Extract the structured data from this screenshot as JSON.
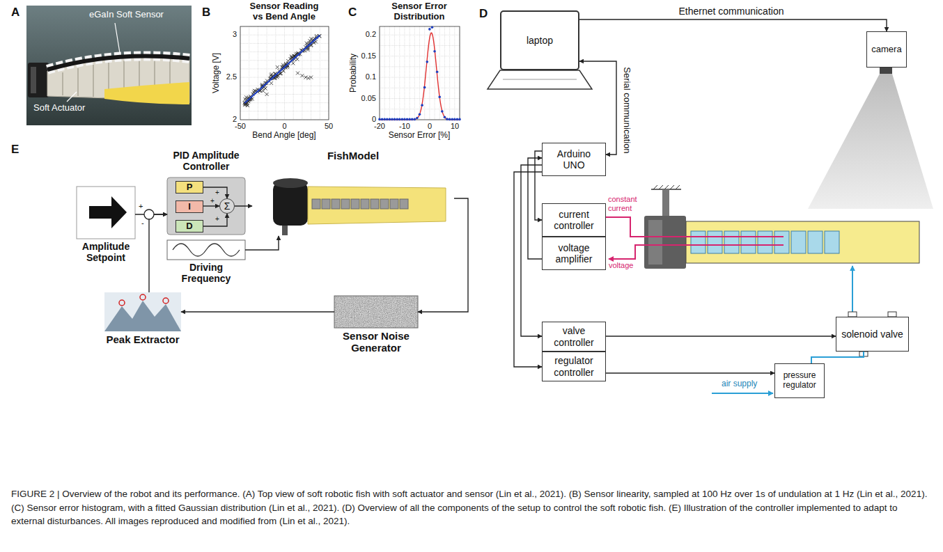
{
  "diagram": {
    "caption": "FIGURE 2 | Overview of the robot and its performance. (A) Top view of soft robotic fish with soft actuator and sensor (Lin et al., 2021). (B) Sensor linearity, sampled at 100 Hz over 1s of undulation at 1 Hz (Lin et al., 2021). (C) Sensor error histogram, with a fitted Gaussian distribution (Lin et al., 2021). (D) Overview of all the components of the setup to control the soft robotic fish. (E) Illustration of the controller implemented to adapt to external disturbances. All images reproduced and modified from (Lin et al., 2021).",
    "nodes": [
      {
        "text": [
          "laptop"
        ]
      },
      {
        "text": [
          "camera"
        ]
      },
      {
        "text": [
          "Arduino UNO"
        ]
      },
      {
        "text": [
          "current controller"
        ]
      },
      {
        "text": [
          "voltage amplifier"
        ]
      },
      {
        "text": [
          "valve controller"
        ]
      },
      {
        "text": [
          "regulator controller"
        ]
      },
      {
        "text": [
          "solenoid valve"
        ]
      },
      {
        "text": [
          "pressure regulator"
        ]
      },
      {
        "text": [
          "Amplitude Setpoint"
        ]
      },
      {
        "text": [
          "PID Amplitude Controller"
        ]
      },
      {
        "text": [
          "P"
        ],
        "in": 10
      },
      {
        "text": [
          "I"
        ],
        "in": 10
      },
      {
        "text": [
          "D"
        ],
        "in": 10
      },
      {
        "text": [
          "Σ"
        ],
        "in": 10
      },
      {
        "text": [
          "Driving Frequency"
        ]
      },
      {
        "text": [
          "FishModel"
        ]
      },
      {
        "text": [
          "Sensor Noise Generator"
        ]
      },
      {
        "text": [
          "Peak Extractor"
        ]
      }
    ],
    "edges": [
      {
        "from": 0,
        "to": 1,
        "arrow": "to",
        "label": "Ethernet communication"
      },
      {
        "from": 2,
        "to": 0,
        "arrow": "both",
        "label": "Serial communication"
      },
      {
        "from": 2,
        "to": 3,
        "arrow": "to"
      },
      {
        "from": 4,
        "to": 2,
        "arrow": "to"
      },
      {
        "from": 2,
        "to": 5,
        "arrow": "to"
      },
      {
        "from": 2,
        "to": 6,
        "arrow": "to"
      },
      {
        "from": 5,
        "to": 7,
        "arrow": "to"
      },
      {
        "from": 6,
        "to": 8,
        "arrow": "to"
      },
      {
        "from": 8,
        "to": 7,
        "arrow": "none"
      },
      {
        "from": 9,
        "to": 10,
        "arrow": "to"
      },
      {
        "from": 18,
        "to": 10,
        "arrow": "to"
      },
      {
        "from": 10,
        "to": 16,
        "arrow": "to"
      },
      {
        "from": 15,
        "to": 16,
        "arrow": "to"
      },
      {
        "from": 16,
        "to": 17,
        "arrow": "to"
      },
      {
        "from": 17,
        "to": 18,
        "arrow": "to"
      },
      {
        "from": 11,
        "to": 14,
        "arrow": "to"
      },
      {
        "from": 12,
        "to": 14,
        "arrow": "to"
      },
      {
        "from": 13,
        "to": 14,
        "arrow": "to"
      }
    ],
    "labels": [
      "A",
      "eGaIn Soft Sensor",
      "Soft Actuator",
      "B",
      "Sensor Reading vs Bend Angle",
      "Voltage [V]",
      "Bend Angle [deg]",
      "3",
      "2.5",
      "2",
      "-50",
      "0",
      "50",
      "C",
      "Sensor Error Distribution",
      "Probability",
      "Sensor Error [%]",
      "0.2",
      "0.15",
      "0.1",
      "0.05",
      "0",
      "-20",
      "-10",
      "0",
      "10",
      "D",
      "constant current",
      "voltage",
      "air supply",
      "E",
      "+",
      "+",
      "+",
      "+",
      "-"
    ]
  }
}
